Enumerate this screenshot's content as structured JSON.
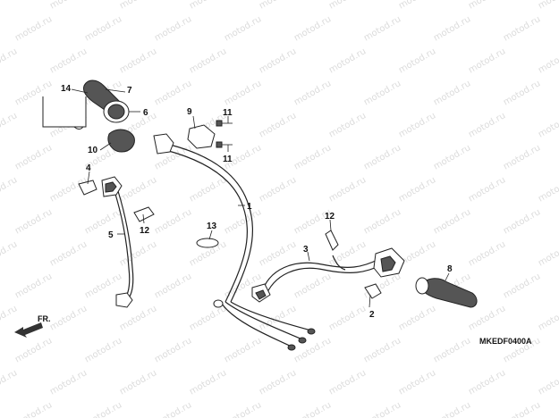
{
  "watermark": "motod.ru",
  "direction_label": "FR.",
  "figure_code": "MKEDF0400A",
  "callouts": {
    "c1": "1",
    "c2": "2",
    "c3": "3",
    "c4": "4",
    "c5": "5",
    "c6": "6",
    "c7": "7",
    "c8": "8",
    "c9": "9",
    "c10": "10",
    "c11a": "11",
    "c11b": "11",
    "c12a": "12",
    "c12b": "12",
    "c13": "13",
    "c14": "14"
  }
}
